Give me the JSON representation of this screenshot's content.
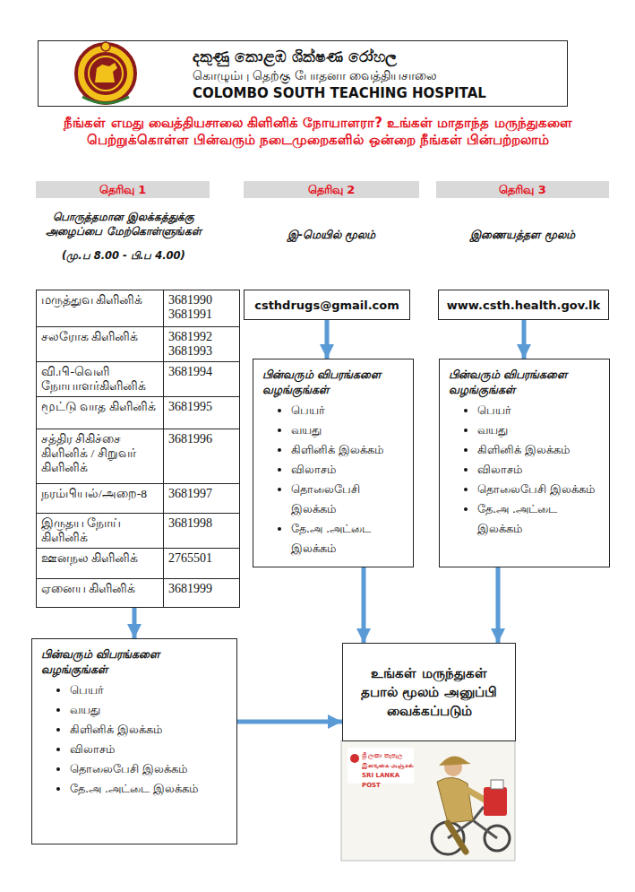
{
  "diagram": {
    "title": "நீங்கள் எமது வைத்தியசாலை கிளினிக் நோயாளரா? உங்கள் மாதாந்த மருந்துகளை பெற்றுக்கொள்ள பின்வரும் நடைமுறைகளில் ஒன்றை நீங்கள் பின்பற்றலாம்",
    "nodes": [
      {
        "text": [
          "දකුණු කොළඹ ශික්ෂණ රෝහල",
          "கொழும்பு தெற்கு போதனா வைத்தியசாலை",
          "COLOMBO SOUTH TEACHING HOSPITAL"
        ]
      },
      {
        "text": [
          "தெரிவு 1"
        ]
      },
      {
        "text": [
          "தெரிவு 2"
        ]
      },
      {
        "text": [
          "தெரிவு 3"
        ]
      },
      {
        "text": [
          "மருத்துவ கிளினிக்",
          "3681990 3681991",
          "சலரோக கிளினிக்",
          "3681992 3681993",
          "வி.பி-வெளி நோயாளர்கிளினிக்",
          "3681994",
          "மூட்டு வாத கிளினிக்",
          "3681995",
          "சத்திர சிகிச்சை கிளினிக் / சிறுவர் கிளினிக்",
          "3681996",
          "நரம்பியல்/அறை-8",
          "3681997",
          "இருதய நோய் கிளினிக்",
          "3681998",
          "ஊனநல கிளினிக்",
          "2765501",
          "ஏனைய கிளினிக்",
          "3681999"
        ]
      },
      {
        "text": [
          "csthdrugs@gmail.com"
        ]
      },
      {
        "text": [
          "www.csth.health.gov.lk"
        ]
      },
      {
        "text": [
          "பின்வரும் விபரங்களை வழங்குங்கள்",
          "பெயர்",
          "வயது",
          "கிளினிக் இலக்கம்",
          "விலாசம்",
          "தொலைபேசி இலக்கம்",
          "தே.அ .அட்டை இலக்கம்"
        ]
      },
      {
        "text": [
          "பின்வரும் விபரங்களை வழங்குங்கள்",
          "பெயர்",
          "வயது",
          "கிளினிக் இலக்கம்",
          "விலாசம்",
          "தொலைபேசி இலக்கம்",
          "தே.அ .அட்டை இலக்கம்"
        ]
      },
      {
        "text": [
          "பின்வரும் விபரங்களை வழங்குங்கள்",
          "பெயர்",
          "வயது",
          "கிளினிக் இலக்கம்",
          "விலாசம்",
          "தொலைபேசி இலக்கம்",
          "தே.அ .அட்டை இலக்கம்"
        ]
      },
      {
        "text": [
          "உங்கள் மருந்துகள் தபால் மூலம் அனுப்பி வைக்கப்படும்"
        ]
      }
    ],
    "edges": [
      {
        "from": 5,
        "to": 7,
        "arrow": "to"
      },
      {
        "from": 6,
        "to": 8,
        "arrow": "to"
      },
      {
        "from": 4,
        "to": 9,
        "arrow": "to"
      },
      {
        "from": 7,
        "to": 10,
        "arrow": "to"
      },
      {
        "from": 8,
        "to": 10,
        "arrow": "to"
      },
      {
        "from": 9,
        "to": 10,
        "arrow": "to"
      }
    ],
    "labels": [
      "பொருத்தமான இலக்கத்துக்கு அழைப்பை மேற்கொள்ளுங்கள்",
      "(மு.ப 8.00 - பி.ப 4.00)",
      "இ-மெயில் மூலம்",
      "இணையத்தள மூலம்",
      "ශ්‍රී ලංකා තැපැල",
      "இலங்கை அஞ்சல்",
      "SRI LANKA POST"
    ]
  }
}
